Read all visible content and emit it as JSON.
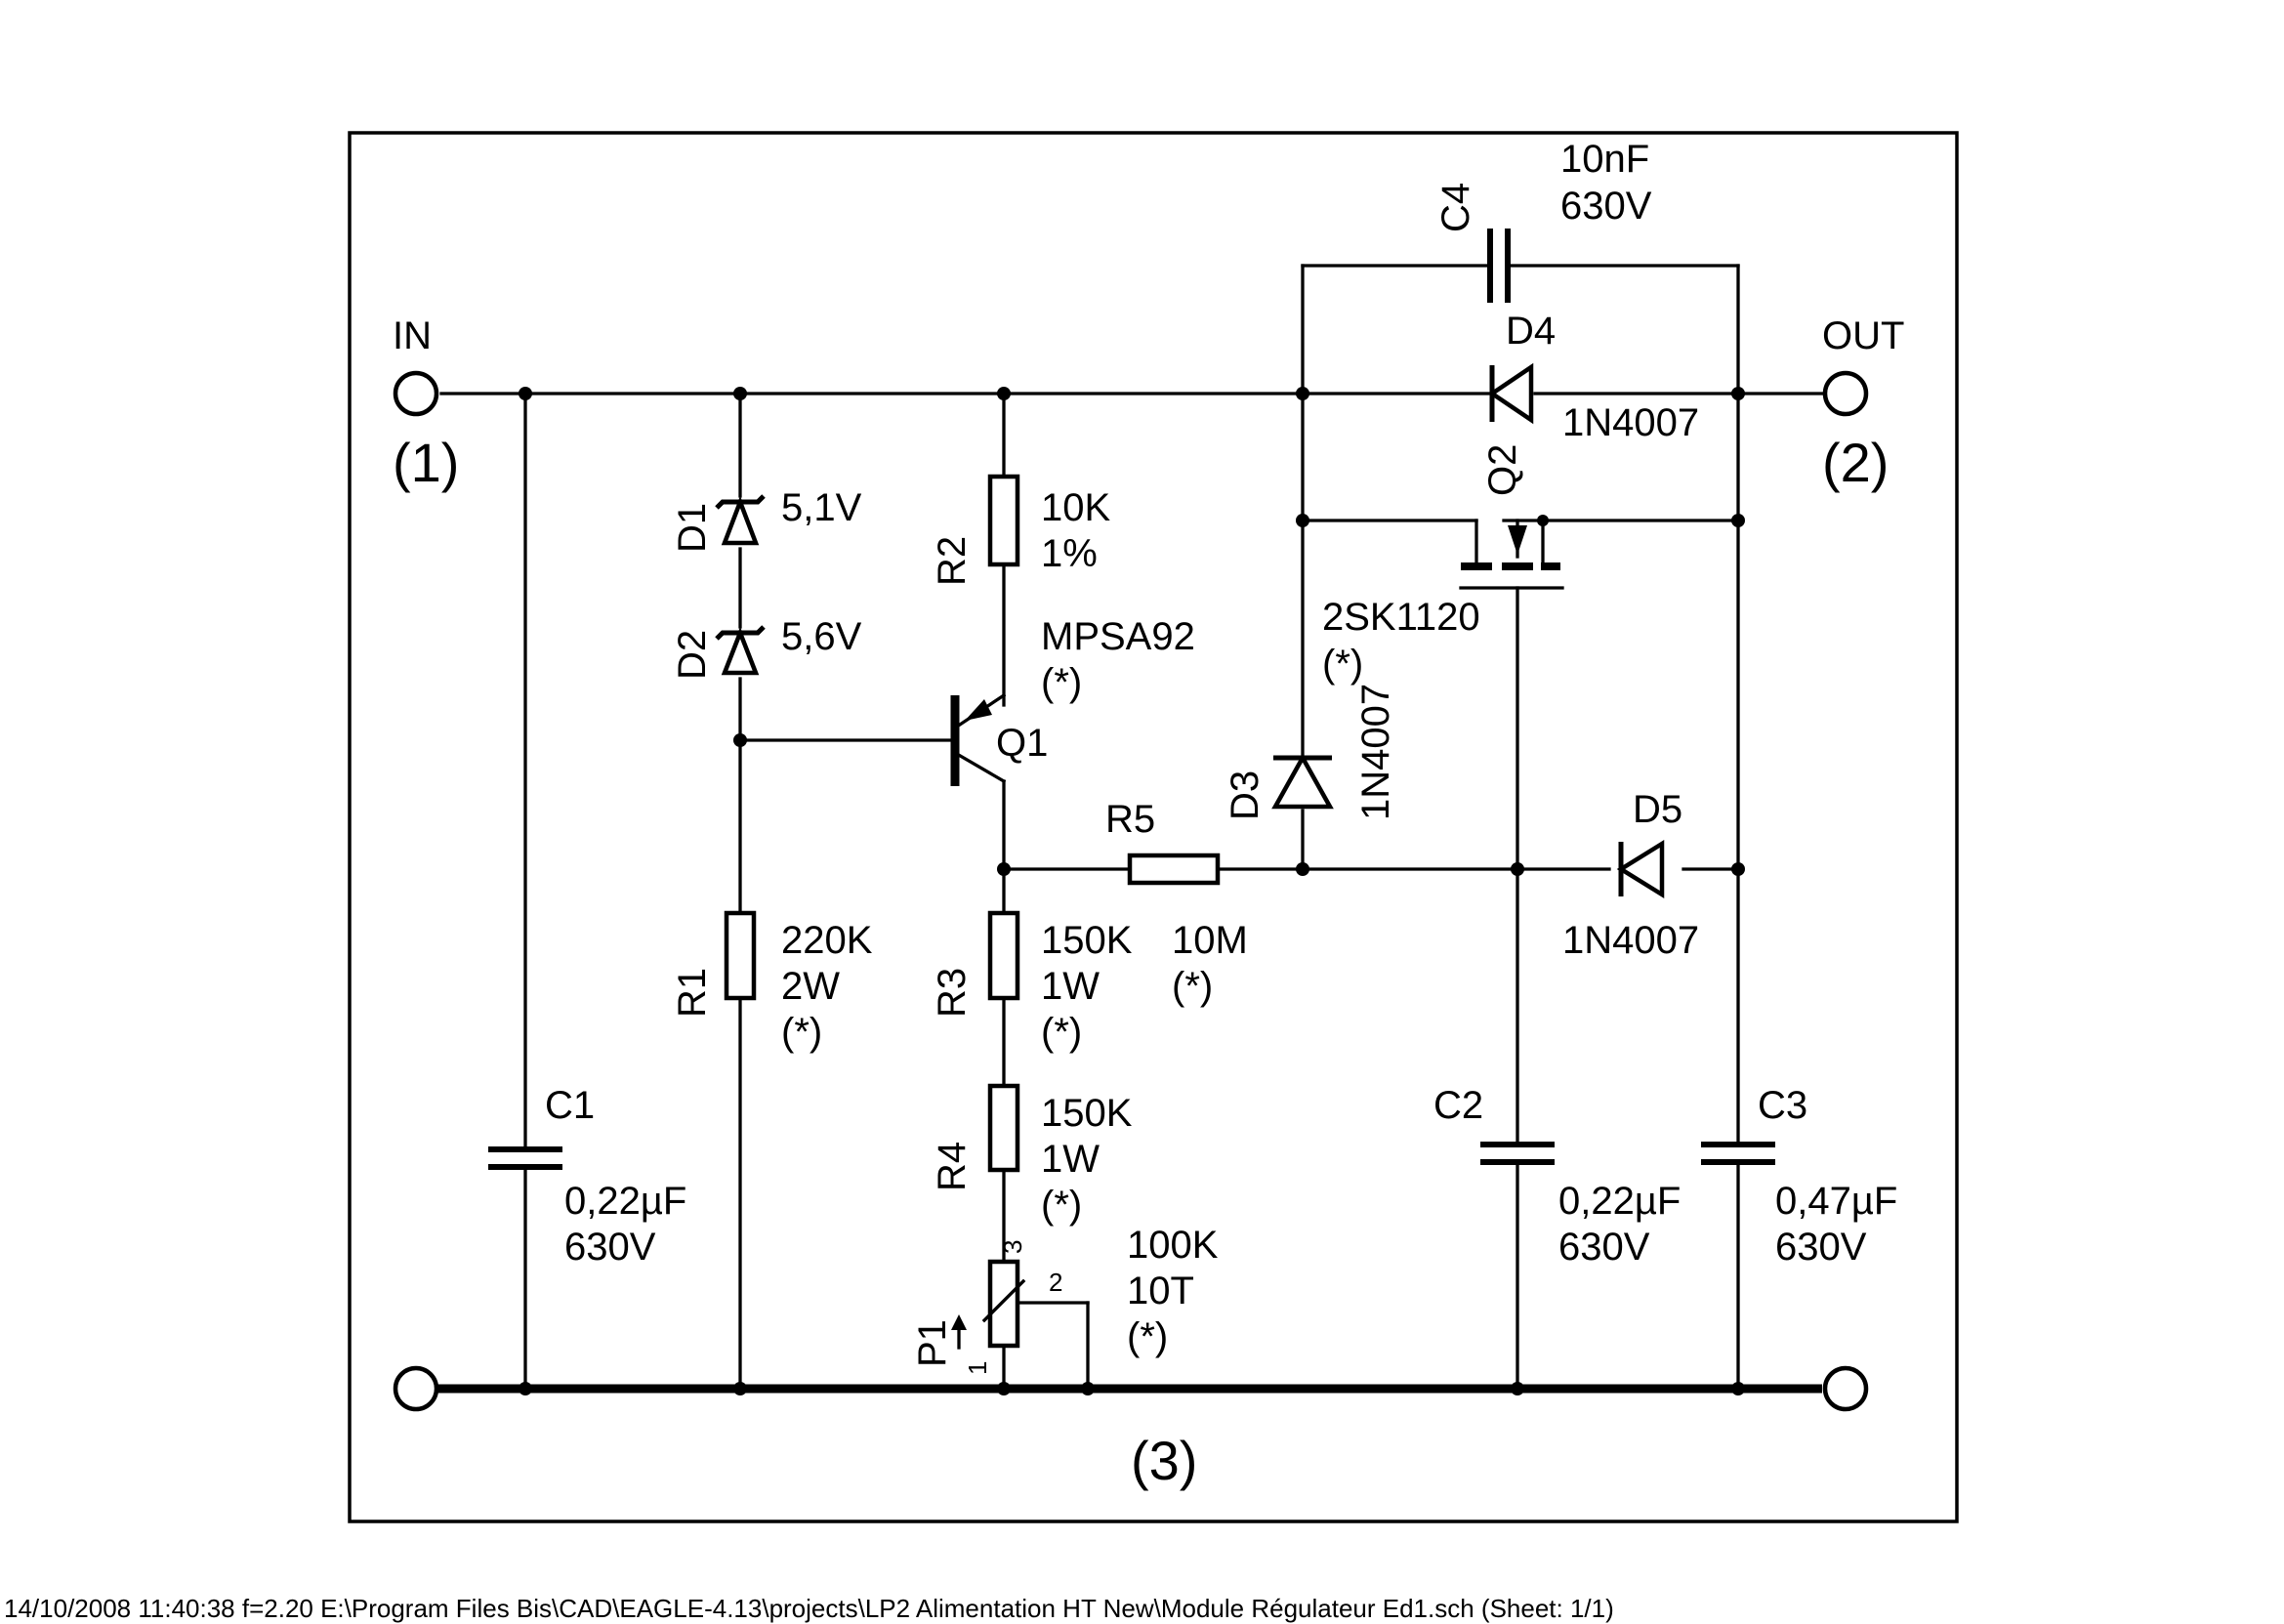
{
  "terminals": {
    "in_label": "IN",
    "in_num": "(1)",
    "out_label": "OUT",
    "out_num": "(2)",
    "gnd_num": "(3)"
  },
  "components": {
    "C1": {
      "ref": "C1",
      "value": "0,22µF",
      "rating": "630V"
    },
    "C2": {
      "ref": "C2",
      "value": "0,22µF",
      "rating": "630V"
    },
    "C3": {
      "ref": "C3",
      "value": "0,47µF",
      "rating": "630V"
    },
    "C4": {
      "ref": "C4",
      "value": "10nF",
      "rating": "630V"
    },
    "D1": {
      "ref": "D1",
      "value": "5,1V"
    },
    "D2": {
      "ref": "D2",
      "value": "5,6V"
    },
    "D3": {
      "ref": "D3",
      "value": "1N4007"
    },
    "D4": {
      "ref": "D4",
      "value": "1N4007"
    },
    "D5": {
      "ref": "D5",
      "value": "1N4007"
    },
    "R1": {
      "ref": "R1",
      "value": "220K",
      "rating": "2W",
      "note": "(*)"
    },
    "R2": {
      "ref": "R2",
      "value": "10K",
      "rating": "1%"
    },
    "R3": {
      "ref": "R3",
      "value": "150K",
      "rating": "1W",
      "note": "(*)"
    },
    "R4": {
      "ref": "R4",
      "value": "150K",
      "rating": "1W",
      "note": "(*)"
    },
    "R5": {
      "ref": "R5",
      "value": "10M",
      "note": "(*)"
    },
    "P1": {
      "ref": "P1",
      "value": "100K",
      "rating": "10T",
      "note": "(*)",
      "pin1": "1",
      "pin2": "2",
      "pin3": "3"
    },
    "Q1": {
      "ref": "Q1",
      "value": "MPSA92",
      "note": "(*)"
    },
    "Q2": {
      "ref": "Q2",
      "value": "2SK1120",
      "note": "(*)"
    }
  },
  "footer": "14/10/2008 11:40:38   f=2.20  E:\\Program Files Bis\\CAD\\EAGLE-4.13\\projects\\LP2 Alimentation HT New\\Module Régulateur Ed1.sch (Sheet: 1/1)"
}
